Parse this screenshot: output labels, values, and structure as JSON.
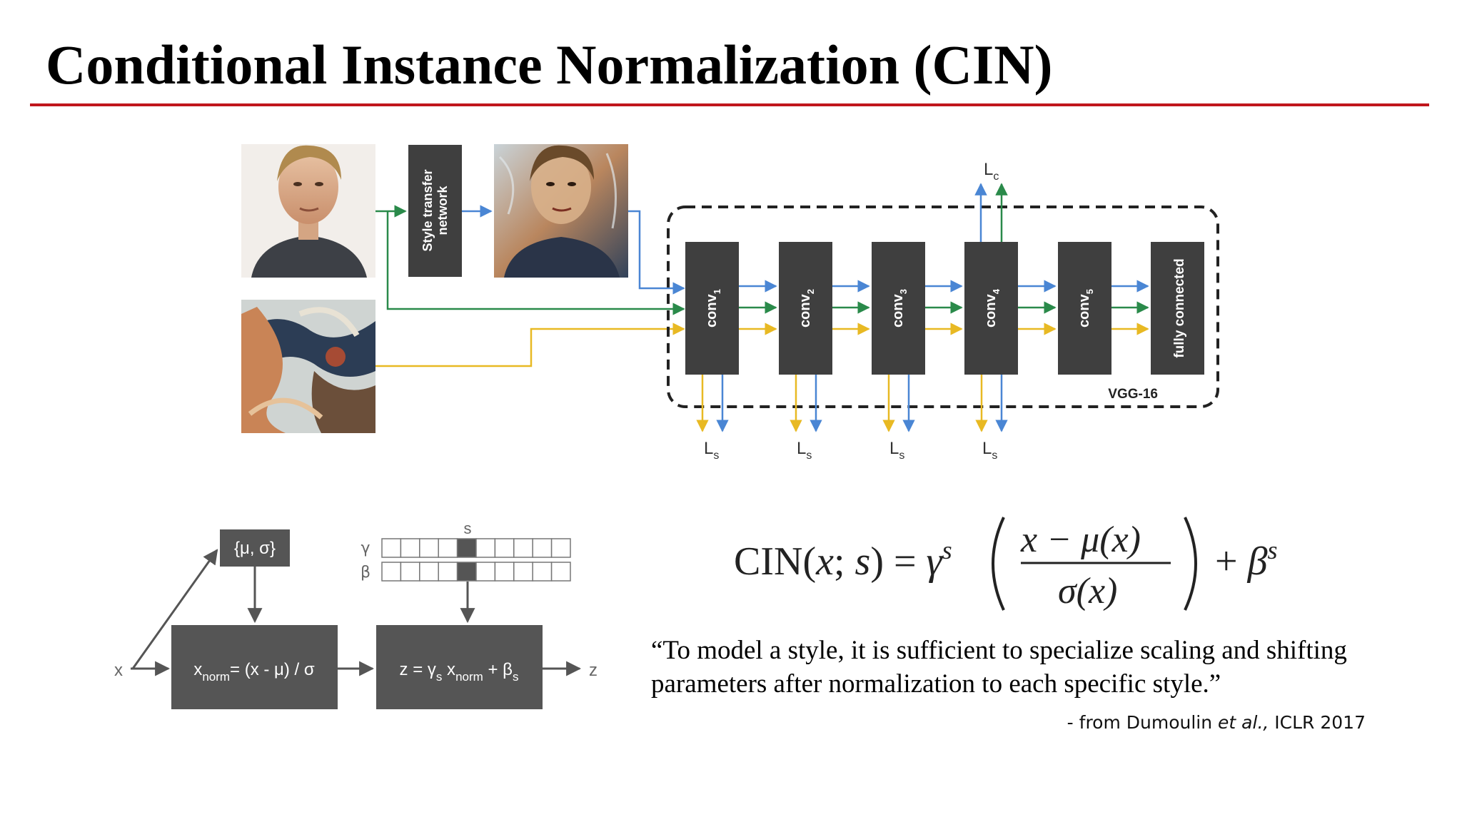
{
  "slide": {
    "title": "Conditional Instance Normalization (CIN)",
    "accent_color": "#c0161c"
  },
  "top_diagram": {
    "content_image_label": "content photo (portrait)",
    "style_image_label": "style painting (abstract)",
    "stylized_image_label": "stylized portrait",
    "style_network_label_line1": "Style transfer",
    "style_network_label_line2": "network",
    "conv_layers": [
      {
        "base": "conv",
        "sub": "1"
      },
      {
        "base": "conv",
        "sub": "2"
      },
      {
        "base": "conv",
        "sub": "3"
      },
      {
        "base": "conv",
        "sub": "4"
      },
      {
        "base": "conv",
        "sub": "5"
      }
    ],
    "fc_label": "fully connected",
    "vgg_label": "VGG-16",
    "content_loss": {
      "base": "L",
      "sub": "c"
    },
    "style_loss": {
      "base": "L",
      "sub": "s"
    },
    "arrow_colors": {
      "blue": "#4a86d4",
      "green": "#2a8a4a",
      "yellow": "#e8b923"
    }
  },
  "bottom_diagram": {
    "input_label": "x",
    "output_label": "z",
    "stats_box": "{μ, σ}",
    "norm_box": {
      "pre": "x",
      "sub": "norm",
      "post": "= (x - μ) / σ"
    },
    "affine_box": {
      "p1": "z = γ",
      "s1": "s",
      "p2": " x",
      "s2": "norm",
      "p3": " + β",
      "s3": "s"
    },
    "style_index_label": "s",
    "gamma_label": "γ",
    "beta_label": "β",
    "cell_count": 10,
    "selected_cell": 4
  },
  "formula": {
    "lhs": "CIN(x; s) = γ^s ((x − μ(x)) / σ(x)) + β^s"
  },
  "quote": {
    "text": "“To model a style, it is sufficient to specialize scaling and shifting parameters after normalization to each specific style.”",
    "citation_prefix": "- from Dumoulin ",
    "citation_italic": "et al.,",
    "citation_suffix": " ICLR 2017"
  }
}
